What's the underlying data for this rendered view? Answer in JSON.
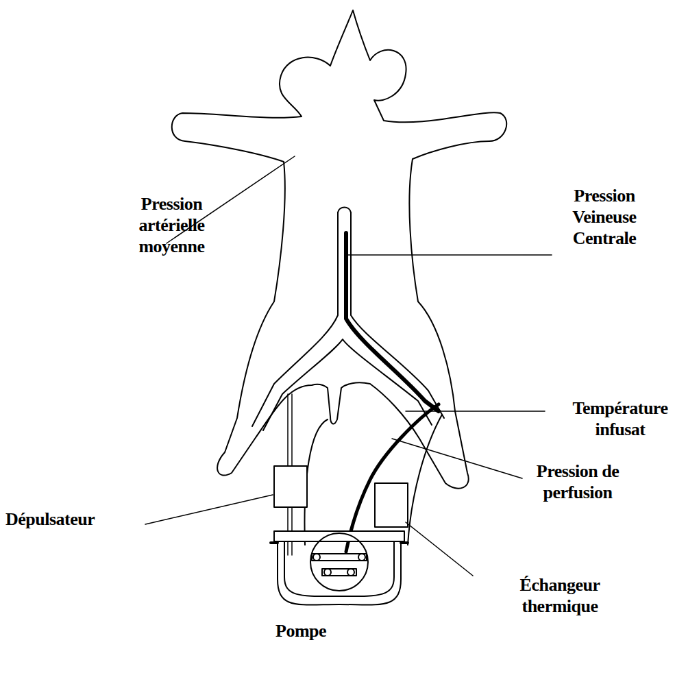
{
  "diagram": {
    "labels": [
      "Pression artérielle moyenne",
      "Pression Veineuse Centrale",
      "Température infusat",
      "Pression de perfusion",
      "Dépulsateur",
      "Échangeur thermique",
      "Pompe"
    ]
  }
}
